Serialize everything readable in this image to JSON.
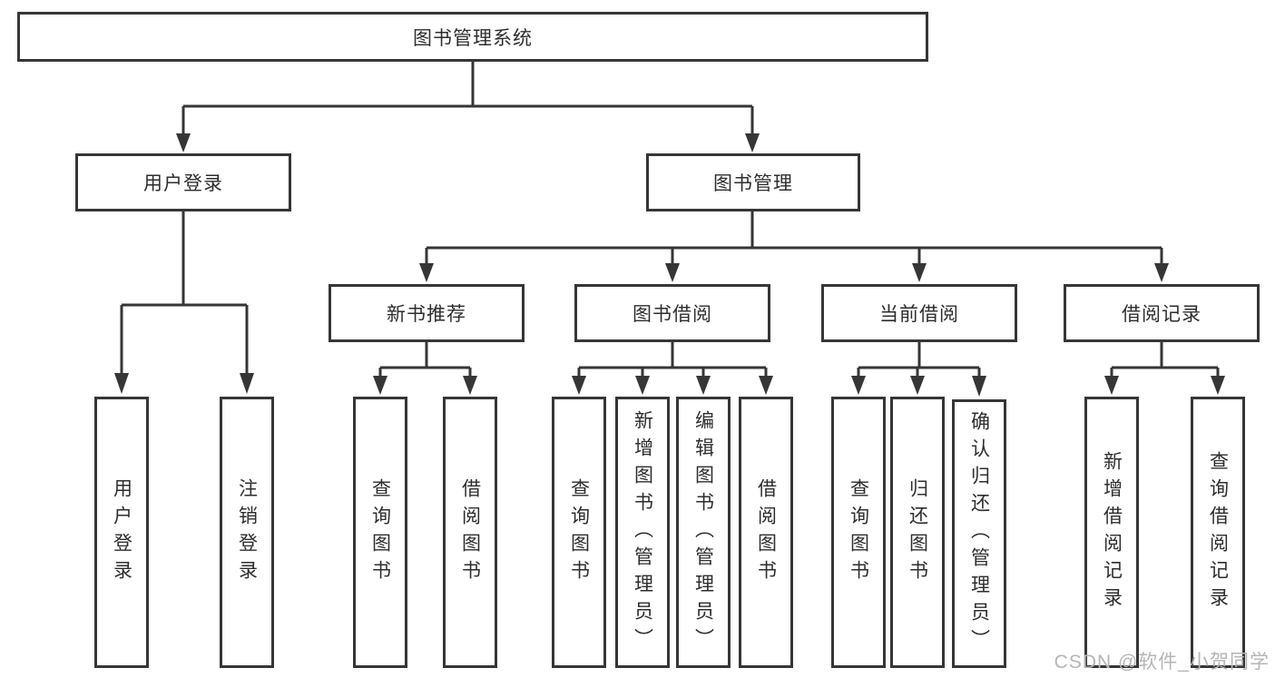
{
  "root": {
    "label": "图书管理系统"
  },
  "branches": {
    "user_login": {
      "label": "用户登录",
      "children": [
        {
          "label": "用户登录"
        },
        {
          "label": "注销登录"
        }
      ]
    },
    "book_mgmt": {
      "label": "图书管理",
      "sections": [
        {
          "label": "新书推荐",
          "children": [
            {
              "label": "查询图书"
            },
            {
              "label": "借阅图书"
            }
          ]
        },
        {
          "label": "图书借阅",
          "children": [
            {
              "label": "查询图书"
            },
            {
              "label": "新增图书（管理员）"
            },
            {
              "label": "编辑图书（管理员）"
            },
            {
              "label": "借阅图书"
            }
          ]
        },
        {
          "label": "当前借阅",
          "children": [
            {
              "label": "查询图书"
            },
            {
              "label": "归还图书"
            },
            {
              "label": "确认归还（管理员）"
            }
          ]
        },
        {
          "label": "借阅记录",
          "children": [
            {
              "label": "新增借阅记录"
            },
            {
              "label": "查询借阅记录"
            }
          ]
        }
      ]
    }
  },
  "watermark": {
    "text": "CSDN @软件_小贺同学"
  },
  "colors": {
    "line": "#363636",
    "text": "#2d2d2d",
    "watermark": "#b5b5b5",
    "background": "#ffffff"
  }
}
